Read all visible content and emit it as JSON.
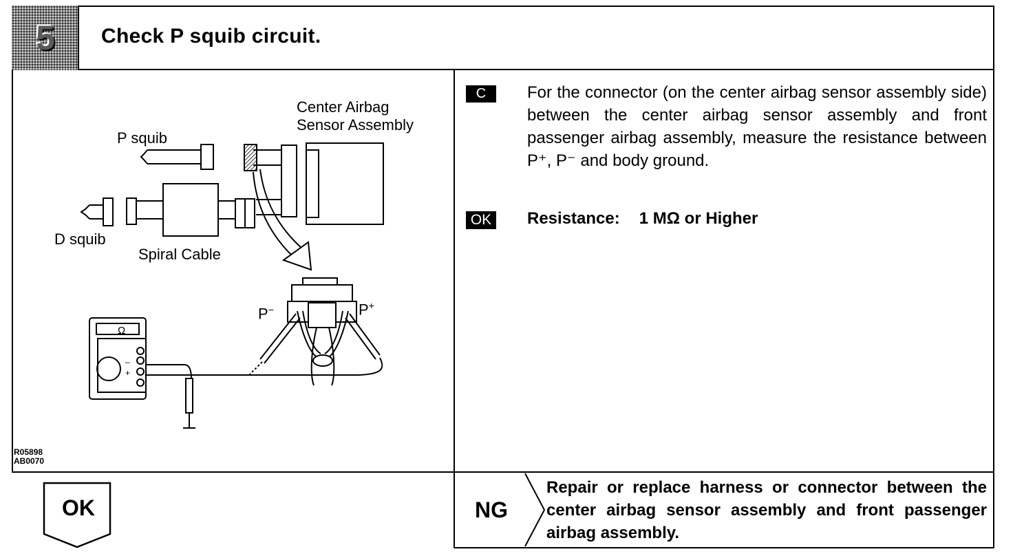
{
  "step": {
    "number": "5",
    "title": "Check P squib circuit."
  },
  "diagram": {
    "labels": {
      "center_airbag_line1": "Center Airbag",
      "center_airbag_line2": "Sensor Assembly",
      "p_squib": "P squib",
      "d_squib": "D squib",
      "spiral_cable": "Spiral Cable",
      "p_minus": "P",
      "p_plus": "P",
      "ohm_symbol": "Ω"
    },
    "ref_codes": [
      "R05898",
      "AB0070"
    ]
  },
  "instructions": {
    "badge": "C",
    "text": "For the connector (on the center airbag sensor assembly side) between the center airbag sensor assembly and front passenger airbag assembly, measure the resistance between P⁺, P⁻ and body ground."
  },
  "spec": {
    "badge": "OK",
    "label": "Resistance:",
    "value": "1 MΩ or Higher"
  },
  "result_ok": {
    "label": "OK"
  },
  "result_ng": {
    "label": "NG",
    "text": "Repair or replace harness or connector between the center airbag sensor assembly and front passenger airbag assembly."
  }
}
